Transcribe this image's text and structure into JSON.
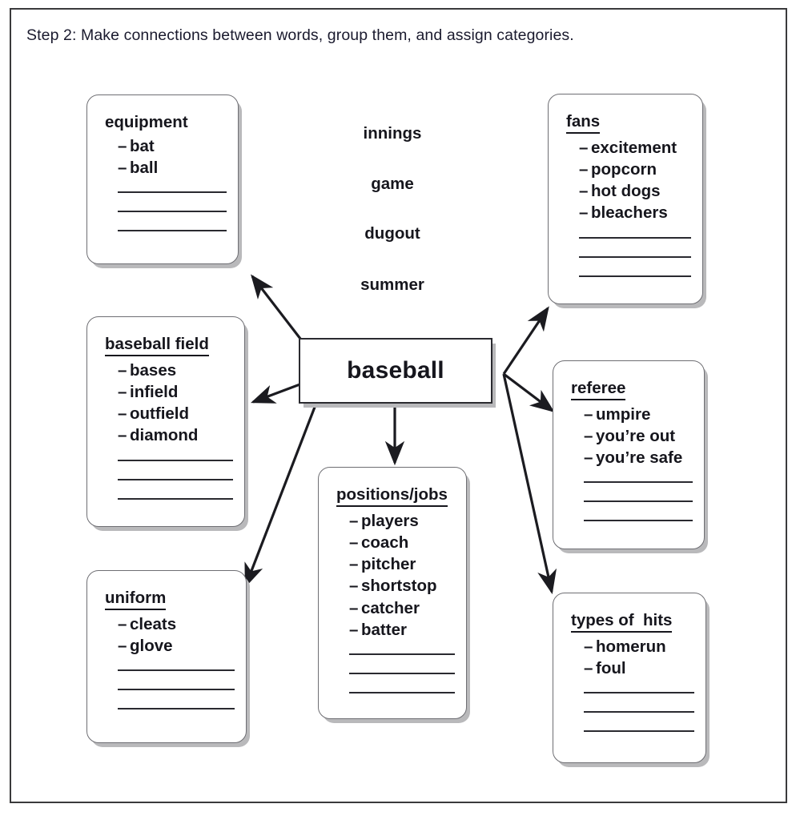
{
  "page": {
    "header": "Step 2: Make connections between words, group them, and assign categories.",
    "center_node": "baseball"
  },
  "loose_words": [
    {
      "text": "innings"
    },
    {
      "text": "game"
    },
    {
      "text": "dugout"
    },
    {
      "text": "summer"
    }
  ],
  "cards": [
    {
      "id": "equipment",
      "title": "equipment",
      "underlined": false,
      "items": [
        "bat",
        "ball"
      ],
      "blanks": 3
    },
    {
      "id": "baseball-field",
      "title": "baseball field",
      "underlined": true,
      "items": [
        "bases",
        "infield",
        "outfield",
        "diamond"
      ],
      "blanks": 3
    },
    {
      "id": "uniform",
      "title": "uniform",
      "underlined": true,
      "items": [
        "cleats",
        "glove"
      ],
      "blanks": 3
    },
    {
      "id": "positions-jobs",
      "title": "positions/jobs",
      "underlined": true,
      "items": [
        "players",
        "coach",
        "pitcher",
        "shortstop",
        "catcher",
        "batter"
      ],
      "blanks": 3
    },
    {
      "id": "fans",
      "title": "fans",
      "underlined": true,
      "items": [
        "excitement",
        "popcorn",
        "hot dogs",
        "bleachers"
      ],
      "blanks": 3
    },
    {
      "id": "referee",
      "title": "referee",
      "underlined": true,
      "items": [
        "umpire",
        "you’re out",
        "you’re safe"
      ],
      "blanks": 3
    },
    {
      "id": "types-of-hits",
      "title": "types of  hits",
      "underlined": true,
      "items": [
        "homerun",
        "foul"
      ],
      "blanks": 3
    }
  ],
  "colors": {
    "frame": "#3a3a3c",
    "card_border": "#6e6e73",
    "card_shadow": "#b9b9bb",
    "text": "#16161d",
    "arrow": "#1b1b20"
  }
}
